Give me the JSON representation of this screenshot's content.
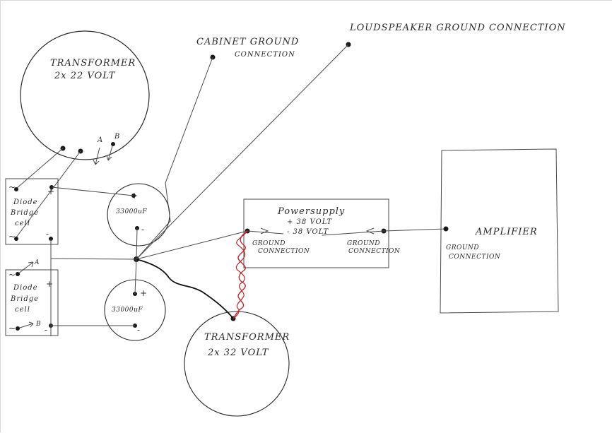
{
  "labels": {
    "transformer_top": [
      "TRANSFORMER",
      "2x 22 VOLT"
    ],
    "terminal_a_top": "A",
    "terminal_b_top": "B",
    "cabinet_ground": [
      "CABINET GROUND",
      "CONNECTION"
    ],
    "loudspeaker_ground": "LOUDSPEAKER GROUND CONNECTION",
    "diode_bridge_top": [
      "Diode",
      "Bridge",
      "cell"
    ],
    "diode_bridge_bottom": [
      "Diode",
      "Bridge",
      "cell"
    ],
    "cap_top": "33000uF",
    "cap_bottom": "33000uF",
    "powersupply": [
      "Powersupply",
      "+ 38 VOLT",
      "- 38 VOLT"
    ],
    "ground_conn_left": [
      "GROUND",
      "CONNECTION"
    ],
    "ground_conn_right": [
      "GROUND",
      "CONNECTION"
    ],
    "amplifier": "AMPLIFIER",
    "amp_ground": [
      "GROUND",
      "CONNECTION"
    ],
    "transformer_bottom": [
      "TRANSFORMER",
      "2x 32 VOLT"
    ],
    "terminal_a_bottom": "A",
    "terminal_b_bottom": "B"
  },
  "symbols": {
    "plus": "+",
    "minus": "-",
    "ac": "~"
  },
  "colors": {
    "ink": "#2a2a2a",
    "black_wire": "#111111",
    "red_wire": "#c0282a"
  }
}
